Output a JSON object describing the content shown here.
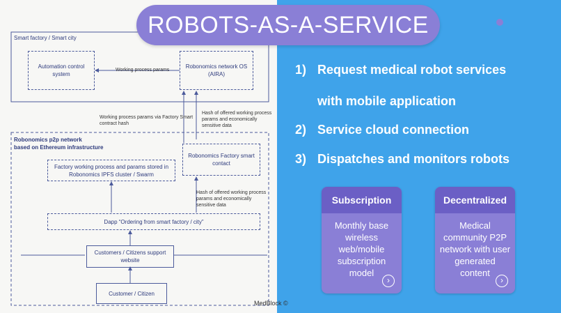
{
  "header": {
    "title": "ROBOTS-AS-A-SERVICE"
  },
  "diagram": {
    "group_smart_factory": "Smart factory / Smart city",
    "automation_control": "Automation control system",
    "network_os": "Robonomics network OS (AIRA)",
    "edge_working_params": "Working process params",
    "edge_via_contract": "Working process params via Factory Smart contract hash",
    "edge_hash_top": "Hash of offered working process params and economically sensitive data",
    "group_p2p_line1": "Robonomics p2p network",
    "group_p2p_line2": "based on Ethereum infrastructure",
    "factory_process": "Factory working process and params stored in Robonomics IPFS cluster / Swarm",
    "factory_contract": "Robonomics Factory smart contact",
    "edge_hash_bottom": "Hash of offered working process params and economically sensitive data",
    "dapp": "Dapp “Ordering from smart factory / city”",
    "support_site": "Customers / Citizens support website",
    "customer": "Customer / Citizen"
  },
  "steps": [
    {
      "num": "1)",
      "text": "Request medical robot services"
    },
    {
      "num": "",
      "text": "with mobile application"
    },
    {
      "num": "2)",
      "text": "Service cloud connection"
    },
    {
      "num": "3)",
      "text": "Dispatches and monitors robots"
    }
  ],
  "cards": [
    {
      "title": "Subscription",
      "body": "Monthly base wireless web/mobile subscription model",
      "arrow_icon": "chevron-right-circle"
    },
    {
      "title": "Decentralized",
      "body": "Medical community P2P network with user generated content",
      "arrow_icon": "chevron-right-circle"
    }
  ],
  "footer": {
    "credit": "MedBlock ©"
  },
  "colors": {
    "title_bg": "#8a7fd6",
    "card_head": "#6b5fc5",
    "right_bg": "#3fa3ea"
  }
}
